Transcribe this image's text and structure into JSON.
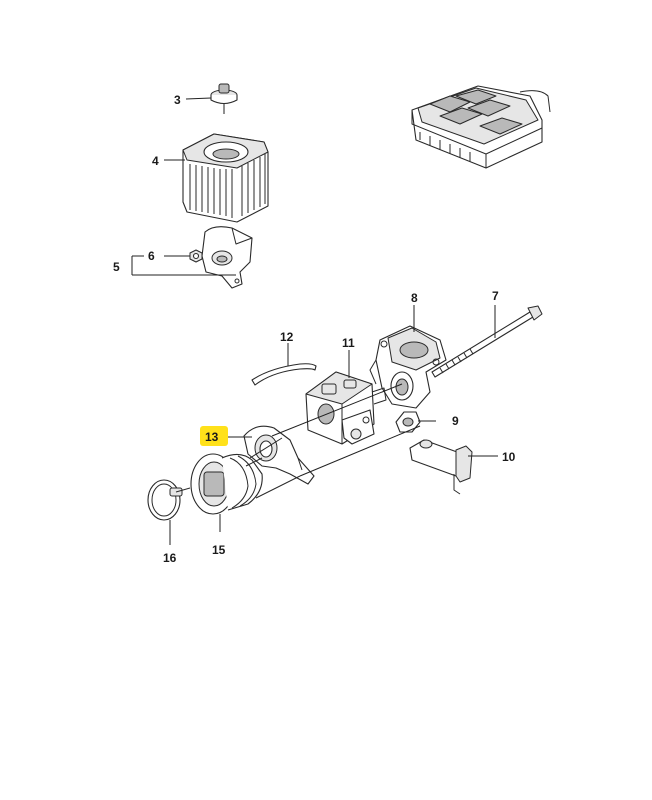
{
  "callouts": [
    {
      "id": "p3",
      "label": "3"
    },
    {
      "id": "p4",
      "label": "4"
    },
    {
      "id": "p5",
      "label": "5"
    },
    {
      "id": "p6",
      "label": "6"
    },
    {
      "id": "p7",
      "label": "7"
    },
    {
      "id": "p8",
      "label": "8"
    },
    {
      "id": "p9",
      "label": "9"
    },
    {
      "id": "p10",
      "label": "10"
    },
    {
      "id": "p11",
      "label": "11"
    },
    {
      "id": "p12",
      "label": "12"
    },
    {
      "id": "p13",
      "label": "13",
      "highlighted": true
    },
    {
      "id": "p14",
      "label": "15"
    },
    {
      "id": "p15",
      "label": "16"
    }
  ],
  "colors": {
    "highlight": "#ffe11a",
    "line": "#222222",
    "background": "#ffffff"
  }
}
